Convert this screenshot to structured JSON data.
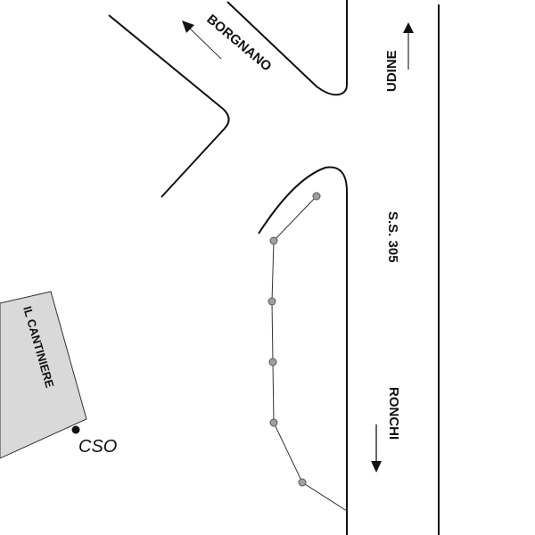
{
  "map": {
    "roads": {
      "main_road_label": "S.S. 305",
      "north_direction_label": "UDINE",
      "south_direction_label": "RONCHI",
      "side_road_label": "BORGNANO"
    },
    "building": {
      "label": "IL CANTINIERE",
      "fill_color": "#d9d9d9"
    },
    "point_of_interest": {
      "label": "CSO"
    },
    "path": {
      "node_count": 6,
      "node_color": "#a0a0a0"
    },
    "line_color": "#111111"
  }
}
